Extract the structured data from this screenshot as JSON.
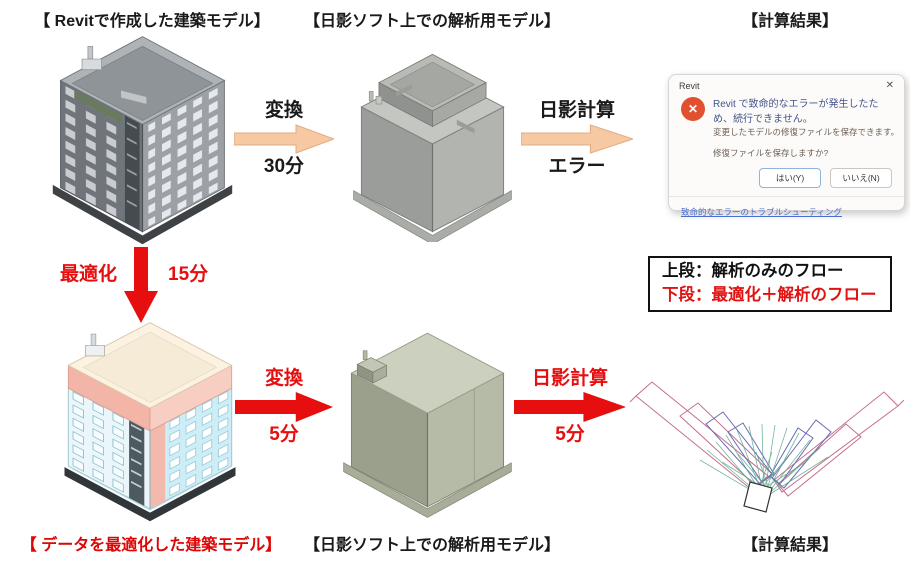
{
  "captions": {
    "top_left": "【 Revitで作成した建築モデル】",
    "top_middle": "【日影ソフト上での解析用モデル】",
    "top_right": "【計算結果】",
    "bottom_left": "【 データを最適化した建築モデル】",
    "bottom_middle": "【日影ソフト上での解析用モデル】",
    "bottom_right": "【計算結果】"
  },
  "arrows": {
    "top_convert": {
      "label": "変換",
      "sublabel": "30分"
    },
    "top_calc": {
      "label": "日影計算",
      "sublabel": "エラー"
    },
    "optimize": {
      "label": "最適化",
      "sublabel": "15分"
    },
    "bottom_convert": {
      "label": "変換",
      "sublabel": "5分"
    },
    "bottom_calc": {
      "label": "日影計算",
      "sublabel": "5分"
    }
  },
  "legend": {
    "line1": "上段：解析のみのフロー",
    "line2": "下段：最適化＋解析のフロー"
  },
  "dialog": {
    "title": "Revit",
    "close_icon": "✕",
    "error_icon": "✕",
    "message": "Revit で致命的なエラーが発生したため、続行できません。",
    "body1": "変更したモデルの修復ファイルを保存できます。",
    "body2": "修復ファイルを保存しますか?",
    "yes_button": "はい(Y)",
    "no_button": "いいえ(N)",
    "link": "致命的なエラーのトラブルシューティング"
  },
  "colors": {
    "peach_arrow": "#f6c9a3",
    "red_arrow": "#e60e0e",
    "caption_red": "#dd0505",
    "dialog_icon": "#e2512f",
    "dialog_message": "#44548c",
    "link_blue": "#4a6fd3"
  }
}
